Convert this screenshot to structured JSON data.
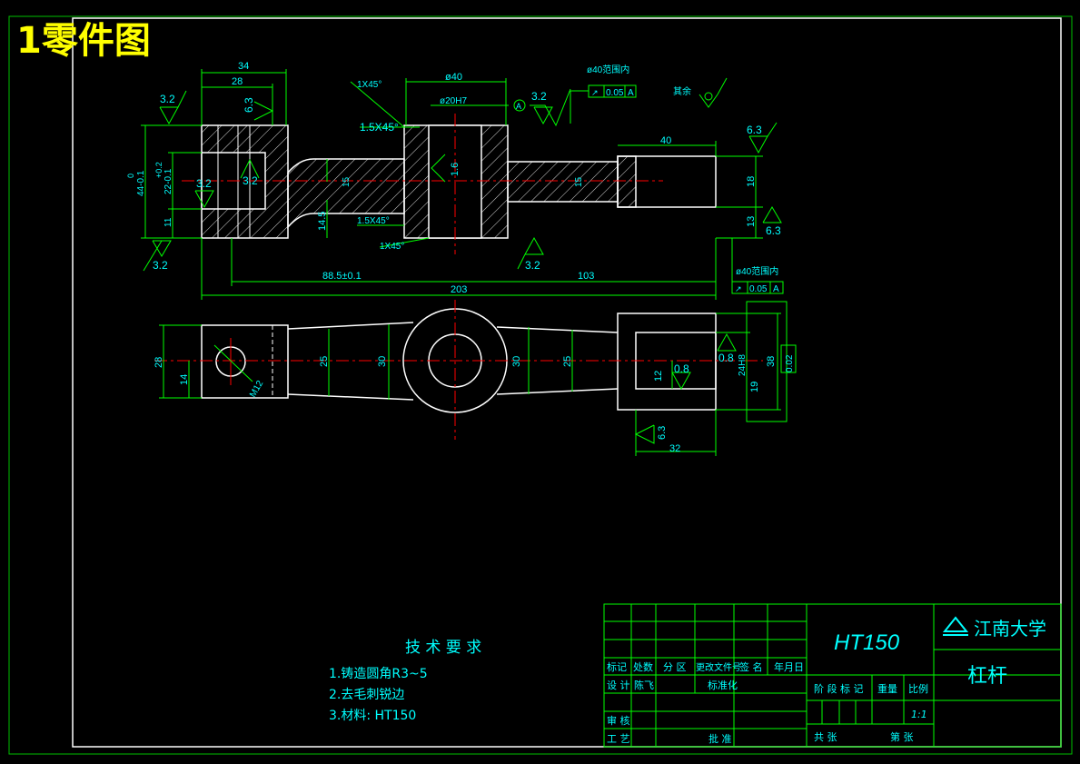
{
  "page_title": "1零件图",
  "tech": {
    "title": "技  术  要  求",
    "items": [
      "1.铸造圆角R3~5",
      "2.去毛刺锐边",
      "3.材料: HT150"
    ]
  },
  "title_block": {
    "material": "HT150",
    "school": "江南大学",
    "part_name": "杠杆",
    "row_labels": [
      "标记",
      "处数",
      "分 区",
      "更改文件号",
      "签 名",
      "年月日"
    ],
    "design": "设 计",
    "designer": "陈飞",
    "standardize": "标准化",
    "review": "审 核",
    "process": "工 艺",
    "approve": "批 准",
    "stage": "阶 段 标 记",
    "weight": "重量",
    "scale_label": "比例",
    "scale_value": "1:1",
    "total": "共    张",
    "sheet": "第    张"
  },
  "dims": {
    "d34": "34",
    "d28": "28",
    "d40top": "ø40",
    "d20h7": "ø20H7",
    "c1x45a": "1X45°",
    "c15x45a": "1.5X45°",
    "c15x45b": "1.5X45°",
    "c1x45b": "1X45°",
    "d44": "44-0.1",
    "d44u": "0",
    "d22": "22-0.1",
    "d22u": "+0.2",
    "d11": "11",
    "d145": "14.5",
    "d15a": "15",
    "d15b": "15",
    "d16": "1.6",
    "d40r": "40",
    "d18": "18",
    "d13": "13",
    "d885": "88.5±0.1",
    "d103": "103",
    "d203": "203",
    "tol1": "0.05",
    "tol1ref": "A",
    "tol1note": "ø40范围内",
    "tol2": "0.05",
    "tol2ref": "A",
    "tol2note": "ø40范围内",
    "datum": "A",
    "others": "其余",
    "v28": "28",
    "v14": "14",
    "v25a": "25",
    "v30a": "30",
    "v30b": "30",
    "v25b": "25",
    "m12": "M12",
    "v12": "12",
    "v08a": "0.8",
    "v08b": "0.8",
    "v24h8": "24H8",
    "v38": "38",
    "v19": "19",
    "v002": "0.02",
    "v32": "32",
    "v63c": "6.3"
  },
  "roughness": {
    "r1": "3.2",
    "r2": "6.3",
    "r3": "3.2",
    "r4": "3.2",
    "r5": "3.2",
    "r6": "3.2",
    "r7": "6.3",
    "r8": "6.3",
    "r9": "3.2"
  },
  "colors": {
    "outline": "#ffffff",
    "dimension": "#00ff00",
    "text": "#00ffff",
    "hatch": "#ffffff",
    "center": "#ff0000",
    "title": "#ffff00",
    "border": "#00c000"
  }
}
